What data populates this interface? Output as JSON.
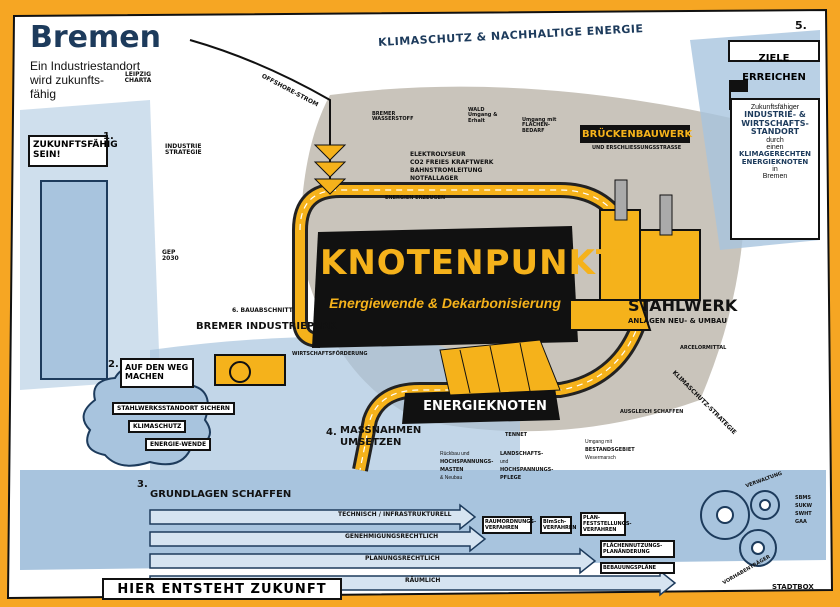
{
  "header": {
    "city": "Bremen",
    "subtitle_lines": [
      "Ein Industriestandort",
      "wird zukunfts-",
      "fähig"
    ],
    "banner": "KLIMASCHUTZ & NACHHALTIGE ENERGIE",
    "tag": "LEIPZIG CHARTA"
  },
  "center": {
    "title": "KNOTENPUNKT",
    "subtitle": "Energiewende & Dekarbonisierung"
  },
  "steps": {
    "s1": {
      "num": "1.",
      "title_lines": [
        "ZUKUNFTSFÄHIG",
        "SEIN!"
      ]
    },
    "s2": {
      "num": "2.",
      "title_lines": [
        "AUF DEN WEG",
        "MACHEN"
      ]
    },
    "s3": {
      "num": "3.",
      "title": "GRUNDLAGEN SCHAFFEN"
    },
    "s4": {
      "num": "4.",
      "title_lines": [
        "MASSNAHMEN",
        "UMSETZEN"
      ]
    },
    "s5": {
      "num": "5.",
      "title": "ZIELE ERREICHEN"
    }
  },
  "goal": {
    "lines": [
      "Zukunftsfähiger",
      "INDUSTRIE- &",
      "WIRTSCHAFTS-",
      "STANDORT",
      "durch",
      "einen",
      "KLIMAGERECHTEN",
      "ENERGIEKNOTEN",
      "in",
      "Bremen"
    ]
  },
  "labels": {
    "offshore": "OFFSHORE-STROM",
    "industrie_strategie": "INDUSTRIE STRATEGIE",
    "gep": "GEP 2030",
    "elektrolyseur": [
      "ELEKTROLYSEUR",
      "CO2 FREIES KRAFTWERK",
      "BAHNSTROMLEITUNG",
      "NOTFALLAGER"
    ],
    "energien_erzeugen": "ENERGIEN ERZEUGEN",
    "brueckenbauwerk": "BRÜCKENBAUWERK",
    "brueckenbauwerk_sub": "UND ERSCHLIESSUNGSSTRASSE",
    "stahlwerk": "STAHLWERK",
    "stahlwerk_sub": "ANLAGEN NEU- & UMBAU",
    "arcelormittal": "ARCELORMITTAL",
    "industriepark_top": "6. BAUABSCHNITT",
    "industriepark": "BREMER INDUSTRIEPARK",
    "wirtschaftsfoerderung": "WIRTSCHAFTSFÖRDERUNG",
    "energieknoten": "ENERGIEKNOTEN",
    "tennet": "TENNET",
    "klimaschutz_strategie": "KLIMASCHUTZ-STRATEGIE",
    "sustainable_items": [
      "BREMER WASSERSTOFF",
      "WALD Umgang & Erhalt",
      "Umgang mit FLÄCHEN-BEDARF"
    ],
    "rueckbau": [
      "Rückbau und",
      "HOCHSPANNUNGS-",
      "MASTEN",
      "& Neubau"
    ],
    "landschaft": [
      "LANDSCHAFTS-",
      "und",
      "HOCHSPANNUNGS-",
      "PFLEGE"
    ],
    "wesermarsch": [
      "Umgang mit",
      "BESTANDSGEBIET",
      "Wesermarsch"
    ],
    "ausgleich": "AUSGLEICH SCHAFFEN"
  },
  "cloud": {
    "items": [
      "STAHLWERKSSTANDORT SICHERN",
      "KLIMASCHUTZ",
      "ENERGIE-WENDE"
    ]
  },
  "bottom": {
    "arrows": [
      "TECHNISCH / INFRASTRUKTURELL",
      "GENEHMIGUNGSRECHTLICH",
      "PLANUNGSRECHTLICH",
      "RÄUMLICH"
    ],
    "notes": [
      "RAUMORDNUNGS-VERFAHREN",
      "BImSch-VERFAHREN",
      "PLAN-FESTSTELLUNGS-VERFAHREN",
      "FLÄCHENNUTZUNGS-PLANÄNDERUNG",
      "BEBAUUNGSPLÄNE"
    ],
    "footer": "HIER ENTSTEHT ZUKUNFT",
    "signature": "STADTBOX",
    "verwaltung": "VERWALTUNG",
    "vorhabentraeger": "VORHABENTRÄGER",
    "agencies": [
      "SBMS",
      "SUKW",
      "SWHT",
      "GAA"
    ]
  },
  "colors": {
    "orange": "#f6a623",
    "blue": "#a8c4de",
    "dark_blue": "#1d3b5c",
    "gray": "#b9b4ab",
    "yellow": "#f5b21b",
    "black": "#111111"
  }
}
